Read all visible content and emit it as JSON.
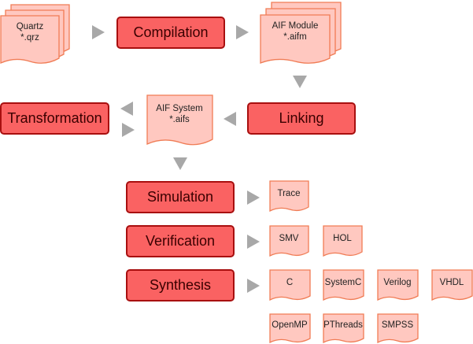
{
  "processes": {
    "compilation": "Compilation",
    "linking": "Linking",
    "transformation": "Transformation",
    "simulation": "Simulation",
    "verification": "Verification",
    "synthesis": "Synthesis"
  },
  "documents": {
    "quartz": {
      "name": "Quartz",
      "ext": "*.qrz"
    },
    "aif_module": {
      "name": "AIF Module",
      "ext": "*.aifm"
    },
    "aif_system": {
      "name": "AIF System",
      "ext": "*.aifs"
    },
    "trace": "Trace",
    "smv": "SMV",
    "hol": "HOL",
    "c": "C",
    "systemc": "SystemC",
    "verilog": "Verilog",
    "vhdl": "VHDL",
    "openmp": "OpenMP",
    "pthreads": "PThreads",
    "smpss": "SMPSS"
  },
  "colors": {
    "process_fill": "#fa6262",
    "process_border": "#a80f0f",
    "document_fill": "#ffc8c0",
    "document_border": "#f07c55",
    "arrow": "#a8a8a8"
  }
}
